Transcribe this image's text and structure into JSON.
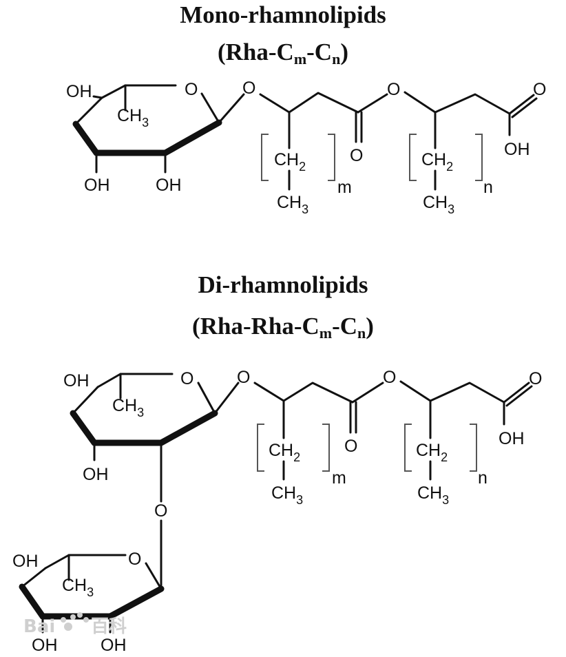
{
  "mono": {
    "title": "Mono-rhamnolipids",
    "formula_open": "(Rha-C",
    "formula_m": "m",
    "formula_dash": "-C",
    "formula_n": "n",
    "formula_close": ")"
  },
  "di": {
    "title": "Di-rhamnolipids",
    "formula_open": "(Rha-Rha-C",
    "formula_m": "m",
    "formula_dash": "-C",
    "formula_n": "n",
    "formula_close": ")"
  },
  "atoms": {
    "oh": "OH",
    "o": "O",
    "ch3": "CH",
    "ch2": "CH",
    "h3": "3",
    "h2": "2",
    "m": "m",
    "n": "n"
  },
  "watermark": {
    "text": "Bai",
    "suffix": "百科",
    "icon": "baidu-paw-icon"
  }
}
